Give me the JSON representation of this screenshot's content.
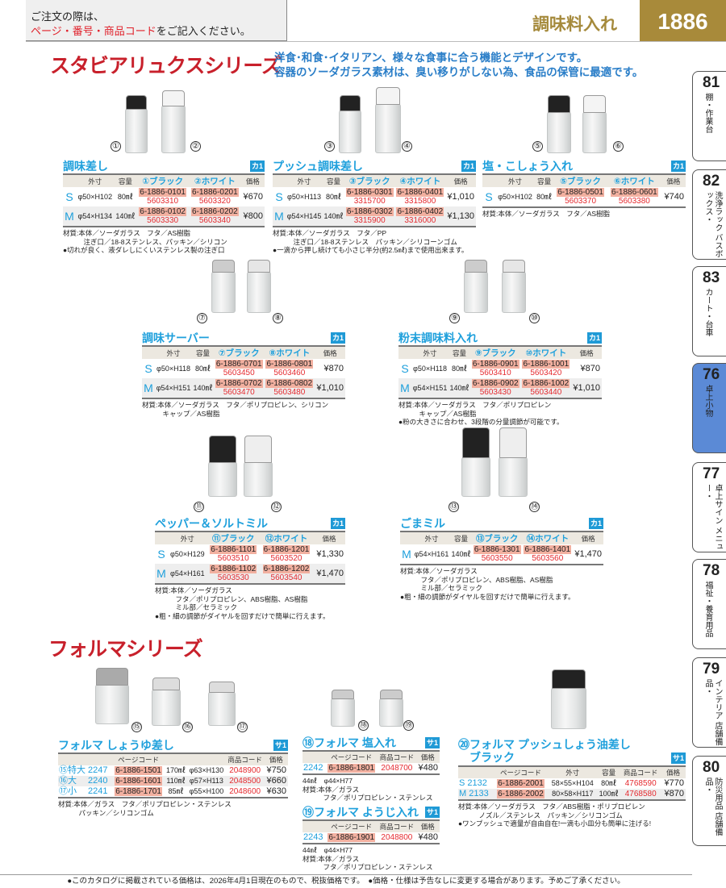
{
  "header": {
    "notice_line1": "ご注文の際は、",
    "notice_red": "ページ・番号・商品コード",
    "notice_rest": "をご記入ください。",
    "category": "調味料入れ",
    "page_number": "1886"
  },
  "series1": {
    "title": "スタビアリュクスシリーズ",
    "intro1": "洋食･和食･イタリアン、様々な食事に合う機能とデザインです。",
    "intro2": "容器のソーダガラス素材は、臭い移りがしない為、食品の保管に最適です。"
  },
  "series2": {
    "title": "フォルマシリーズ"
  },
  "tabs": [
    {
      "num": "81",
      "label": "棚・作業台"
    },
    {
      "num": "82",
      "label": "洗浄ラック バスボックス・"
    },
    {
      "num": "83",
      "label": "カート・台車"
    },
    {
      "num": "76",
      "label": "卓上小物"
    },
    {
      "num": "77",
      "label": "卓上サイン メニュー・"
    },
    {
      "num": "78",
      "label": "福祉・養育用品"
    },
    {
      "num": "79",
      "label": "インテリア 店舗備品・"
    },
    {
      "num": "80",
      "label": "防災用品 店舗備品・"
    }
  ],
  "image_labels": [
    "①",
    "②",
    "③",
    "④",
    "⑤",
    "⑥",
    "⑦",
    "⑧",
    "⑨",
    "⑩",
    "⑪",
    "⑫",
    "⑬",
    "⑭",
    "⑮",
    "⑯",
    "⑰",
    "⑱",
    "⑲"
  ],
  "products": [
    {
      "title": "調味差し",
      "badge": "カ1",
      "headers": [
        "",
        "外寸",
        "容量",
        "①ブラック",
        "②ホワイト",
        "価格"
      ],
      "rows": [
        {
          "size": "S",
          "dims": "φ50×H102",
          "cap": "80㎖",
          "codes": [
            [
              "6-1886-0101",
              "5603310"
            ],
            [
              "6-1886-0201",
              "5603320"
            ]
          ],
          "price": "¥670"
        },
        {
          "size": "M",
          "dims": "φ54×H134",
          "cap": "140㎖",
          "codes": [
            [
              "6-1886-0102",
              "5603330"
            ],
            [
              "6-1886-0202",
              "5603340"
            ]
          ],
          "price": "¥800"
        }
      ],
      "notes": "材質:本体／ソーダガラス　フタ／AS樹脂\n　　　注ぎ口／18-8ステンレス、パッキン／シリコン\n●切れが良く、液ダレしにくいステンレス製の注ぎ口"
    },
    {
      "title": "プッシュ調味差し",
      "badge": "カ1",
      "headers": [
        "",
        "外寸",
        "容量",
        "③ブラック",
        "④ホワイト",
        "価格"
      ],
      "rows": [
        {
          "size": "S",
          "dims": "φ50×H113",
          "cap": "80㎖",
          "codes": [
            [
              "6-1886-0301",
              "3315700"
            ],
            [
              "6-1886-0401",
              "3315800"
            ]
          ],
          "price": "¥1,010"
        },
        {
          "size": "M",
          "dims": "φ54×H145",
          "cap": "140㎖",
          "codes": [
            [
              "6-1886-0302",
              "3315900"
            ],
            [
              "6-1886-0402",
              "3316000"
            ]
          ],
          "price": "¥1,130"
        }
      ],
      "notes": "材質:本体／ソーダガラス　フタ／PP\n　　　注ぎ口／18-8ステンレス　パッキン／シリコーンゴム\n●一滴から押し続けても小さじ半分(約2.5㎖)まで使用出来ます。"
    },
    {
      "title": "塩・こしょう入れ",
      "badge": "カ1",
      "headers": [
        "",
        "外寸",
        "容量",
        "⑤ブラック",
        "⑥ホワイト",
        "価格"
      ],
      "rows": [
        {
          "size": "S",
          "dims": "φ50×H102",
          "cap": "80㎖",
          "codes": [
            [
              "6-1886-0501",
              "5603370"
            ],
            [
              "6-1886-0601",
              "5603380"
            ]
          ],
          "price": "¥740"
        }
      ],
      "notes": "材質:本体／ソーダガラス　フタ／AS樹脂"
    },
    {
      "title": "調味サーバー",
      "badge": "カ1",
      "headers": [
        "",
        "外寸",
        "容量",
        "⑦ブラック",
        "⑧ホワイト",
        "価格"
      ],
      "rows": [
        {
          "size": "S",
          "dims": "φ50×H118",
          "cap": "80㎖",
          "codes": [
            [
              "6-1886-0701",
              "5603450"
            ],
            [
              "6-1886-0801",
              "5603460"
            ]
          ],
          "price": "¥870"
        },
        {
          "size": "M",
          "dims": "φ54×H151",
          "cap": "140㎖",
          "codes": [
            [
              "6-1886-0702",
              "5603470"
            ],
            [
              "6-1886-0802",
              "5603480"
            ]
          ],
          "price": "¥1,010"
        }
      ],
      "notes": "材質:本体／ソーダガラス　フタ／ポリプロピレン、シリコン\n　　　キャップ／AS樹脂"
    },
    {
      "title": "粉末調味料入れ",
      "badge": "カ1",
      "headers": [
        "",
        "外寸",
        "容量",
        "⑨ブラック",
        "⑩ホワイト",
        "価格"
      ],
      "rows": [
        {
          "size": "S",
          "dims": "φ50×H118",
          "cap": "80㎖",
          "codes": [
            [
              "6-1886-0901",
              "5603410"
            ],
            [
              "6-1886-1001",
              "5603420"
            ]
          ],
          "price": "¥870"
        },
        {
          "size": "M",
          "dims": "φ54×H151",
          "cap": "140㎖",
          "codes": [
            [
              "6-1886-0902",
              "5603430"
            ],
            [
              "6-1886-1002",
              "5603440"
            ]
          ],
          "price": "¥1,010"
        }
      ],
      "notes": "材質:本体／ソーダガラス　フタ／ポリプロピレン\n　　　キャップ／AS樹脂\n●粉の大きさに合わせ、3段階の分量調節が可能です。"
    },
    {
      "title": "ペッパー＆ソルトミル",
      "badge": "カ1",
      "headers": [
        "",
        "外寸",
        "⑪ブラック",
        "⑫ホワイト",
        "価格"
      ],
      "rows": [
        {
          "size": "S",
          "dims": "φ50×H129",
          "codes": [
            [
              "6-1886-1101",
              "5603510"
            ],
            [
              "6-1886-1201",
              "5603520"
            ]
          ],
          "price": "¥1,330"
        },
        {
          "size": "M",
          "dims": "φ54×H161",
          "codes": [
            [
              "6-1886-1102",
              "5603530"
            ],
            [
              "6-1886-1202",
              "5603540"
            ]
          ],
          "price": "¥1,470"
        }
      ],
      "notes": "材質:本体／ソーダガラス\n　　　フタ／ポリプロピレン、ABS樹脂、AS樹脂\n　　　ミル部／セラミック\n●粗・細の調節がダイヤルを回すだけで簡単に行えます。"
    },
    {
      "title": "ごまミル",
      "badge": "カ1",
      "headers": [
        "",
        "外寸",
        "容量",
        "⑬ブラック",
        "⑭ホワイト",
        "価格"
      ],
      "rows": [
        {
          "size": "M",
          "dims": "φ54×H161",
          "cap": "140㎖",
          "codes": [
            [
              "6-1886-1301",
              "5603550"
            ],
            [
              "6-1886-1401",
              "5603560"
            ]
          ],
          "price": "¥1,470"
        }
      ],
      "notes": "材質:本体／ソーダガラス\n　　　フタ／ポリプロピレン、ABS樹脂、AS樹脂\n　　　ミル部／セラミック\n●粗・細の調節がダイヤルを回すだけで簡単に行えます。"
    }
  ],
  "forma": [
    {
      "title": "フォルマ しょうゆ差し",
      "badge": "サ1",
      "headers": [
        "",
        "ページコード",
        "",
        "",
        "商品コード",
        "価格"
      ],
      "rows": [
        [
          "⑮特大 2247",
          "6-1886-1501",
          "170㎖",
          "φ63×H130",
          "2048900",
          "¥750"
        ],
        [
          "⑯大　 2240",
          "6-1886-1601",
          "110㎖",
          "φ57×H113",
          "2048500",
          "¥660"
        ],
        [
          "⑰小　 2241",
          "6-1886-1701",
          "85㎖",
          "φ55×H100",
          "2048600",
          "¥630"
        ]
      ],
      "kinds": [
        "bl",
        "pc",
        "",
        "",
        "sc",
        "pr"
      ],
      "notes": "材質:本体／ガラス　フタ／ポリプロピレン・ステンレス\n　　　パッキン／シリコンゴム"
    },
    {
      "title": "⑱フォルマ 塩入れ",
      "badge": "サ1",
      "headers": [
        "",
        "ページコード",
        "商品コード",
        "価格"
      ],
      "rows": [
        [
          "2242",
          "6-1886-1801",
          "2048700",
          "¥480"
        ]
      ],
      "kinds": [
        "bl",
        "pc",
        "sc",
        "pr"
      ],
      "notes": "44㎖　φ44×H77\n材質:本体／ガラス\n　　　フタ／ポリプロピレン・ステンレス"
    },
    {
      "title": "⑲フォルマ ようじ入れ",
      "badge": "サ1",
      "headers": [
        "",
        "ページコード",
        "商品コード",
        "価格"
      ],
      "rows": [
        [
          "2243",
          "6-1886-1901",
          "2048800",
          "¥480"
        ]
      ],
      "kinds": [
        "bl",
        "pc",
        "sc",
        "pr"
      ],
      "notes": "44㎖　φ44×H77\n材質:本体／ガラス\n　　　フタ／ポリプロピレン・ステンレス"
    },
    {
      "title": "⑳フォルマ プッシュしょう油差し\n　ブラック",
      "badge": "サ1",
      "headers": [
        "",
        "ページコード",
        "外寸",
        "容量",
        "商品コード",
        "価格"
      ],
      "rows": [
        [
          "S 2132",
          "6-1886-2001",
          "58×55×H104",
          "80㎖",
          "4768590",
          "¥770"
        ],
        [
          "M 2133",
          "6-1886-2002",
          "80×58×H117",
          "100㎖",
          "4768580",
          "¥870"
        ]
      ],
      "kinds": [
        "bl",
        "pc",
        "",
        "",
        "sc",
        "pr"
      ],
      "notes": "材質:本体／ソーダガラス　フタ／ABS樹脂・ポリプロピレン\n　　　ノズル／ステンレス　パッキン／シリコンゴム\n●ワンプッシュで適量が自由自在!一滴も小皿分も簡単に注げる!"
    }
  ],
  "footer": "●このカタログに掲載されている価格は、2026年4月1日現在のもので、税抜価格です。　●価格・仕様は予告なしに変更する場合があります。予めご了承ください。",
  "colors": {
    "accent_blue": "#1fa0dc",
    "series_red": "#c8202b",
    "gold": "#a88a3a",
    "code_bg": "#f2b0a0",
    "code_red": "#e52b30"
  }
}
